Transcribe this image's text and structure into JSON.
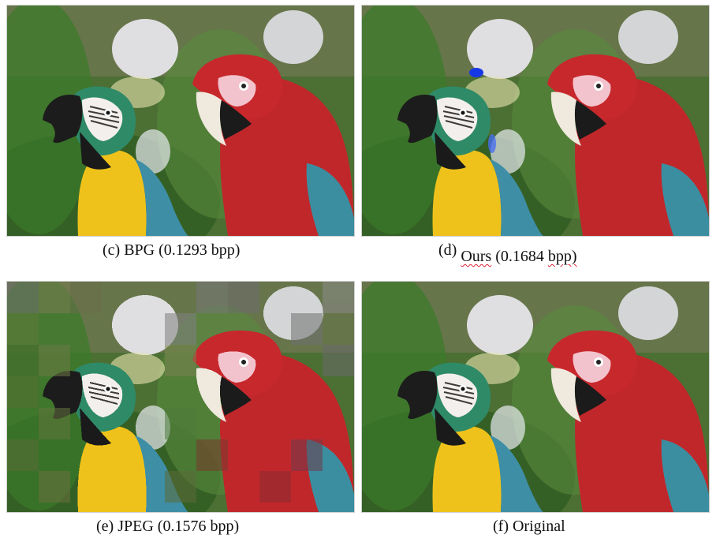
{
  "figure": {
    "panels": [
      {
        "id": "c",
        "label": "(c)",
        "method": "BPG",
        "rate": "(0.1293 bpp)"
      },
      {
        "id": "d",
        "label": "(d)",
        "method": "Ours",
        "rate_number": "(0.1684",
        "rate_unit": "bpp)"
      },
      {
        "id": "e",
        "label": "(e)",
        "method": "JPEG",
        "rate": "(0.1576 bpp)"
      },
      {
        "id": "f",
        "label": "(f)",
        "method": "Original"
      }
    ]
  },
  "colors": {
    "background_green": "#3f6a2a",
    "parrot_red": "#c3262a",
    "macaw_yellow": "#f0c41a",
    "macaw_blue": "#3e8fa6",
    "beak_dark": "#1c1c1c",
    "artifact_blue": "#1638e6"
  }
}
